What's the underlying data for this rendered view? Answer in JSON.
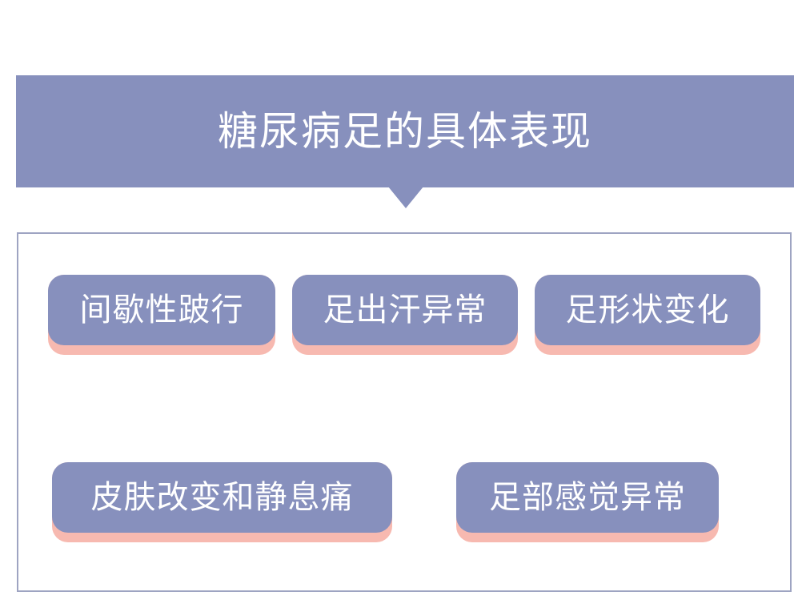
{
  "header": {
    "title": "糖尿病足的具体表现"
  },
  "items": [
    {
      "label": "间歇性跛行"
    },
    {
      "label": "足出汗异常"
    },
    {
      "label": "足形状变化"
    },
    {
      "label": "皮肤改变和静息痛"
    },
    {
      "label": "足部感觉异常"
    }
  ],
  "colors": {
    "accent": "#8790bd",
    "shadow": "#f7b9b0",
    "border": "#9ea4c2",
    "text": "#ffffff"
  }
}
